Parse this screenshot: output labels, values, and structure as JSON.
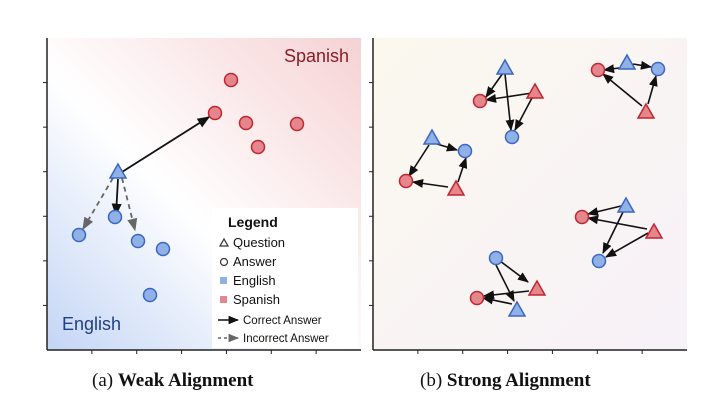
{
  "panel_a": {
    "region_labels": {
      "spanish": "Spanish",
      "english": "English"
    },
    "legend": {
      "title": "Legend",
      "items": {
        "question": "Question",
        "answer": "Answer",
        "english": "English",
        "spanish": "Spanish",
        "correct": "Correct Answer",
        "incorrect": "Incorrect Answer"
      }
    },
    "caption": {
      "prefix": "(a) ",
      "bold": "Weak Alignment"
    }
  },
  "panel_b": {
    "caption": {
      "prefix": "(b) ",
      "bold": "Strong Alignment"
    }
  },
  "colors": {
    "english_fill": "#8fb1e6",
    "english_stroke": "#3b66c4",
    "spanish_fill": "#e5858c",
    "spanish_stroke": "#c0262f",
    "arrow": "#111111",
    "incorrect_arrow": "#666666"
  }
}
